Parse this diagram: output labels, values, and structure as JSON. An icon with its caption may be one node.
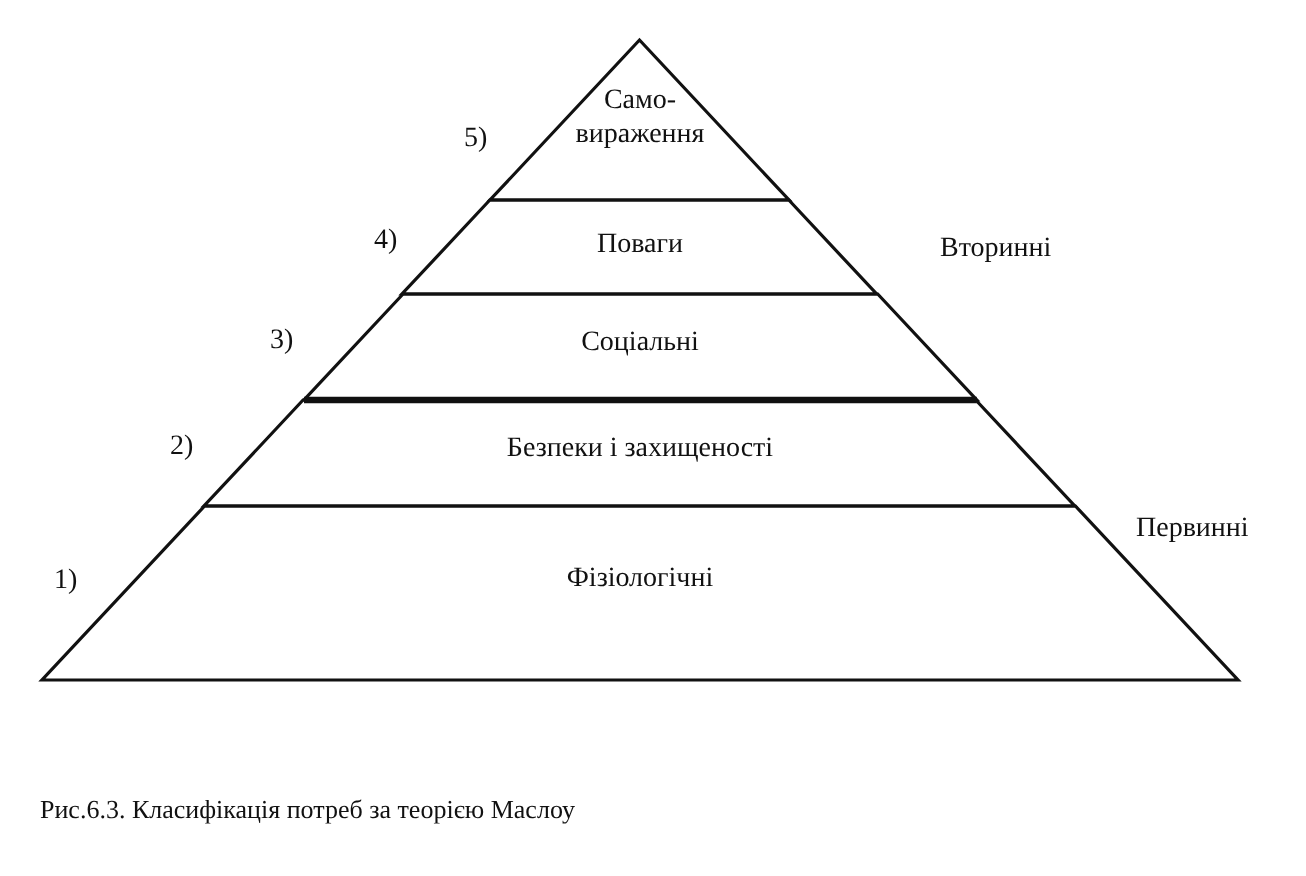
{
  "diagram": {
    "caption": "Рис.6.3. Класифікація потреб за теорією Маслоу",
    "nodes": [
      {
        "text": [
          "Само- вираження"
        ],
        "beside": [
          "5)"
        ]
      },
      {
        "text": [
          "Поваги"
        ],
        "beside": [
          "4)"
        ]
      },
      {
        "text": [
          "Соціальні"
        ],
        "beside": [
          "3)"
        ]
      },
      {
        "text": [
          "Безпеки і захищеності"
        ],
        "beside": [
          "2)"
        ]
      },
      {
        "text": [
          "Фізіологічні"
        ],
        "beside": [
          "1)"
        ]
      }
    ],
    "labels": [
      "Вторинні",
      "Первинні"
    ]
  }
}
